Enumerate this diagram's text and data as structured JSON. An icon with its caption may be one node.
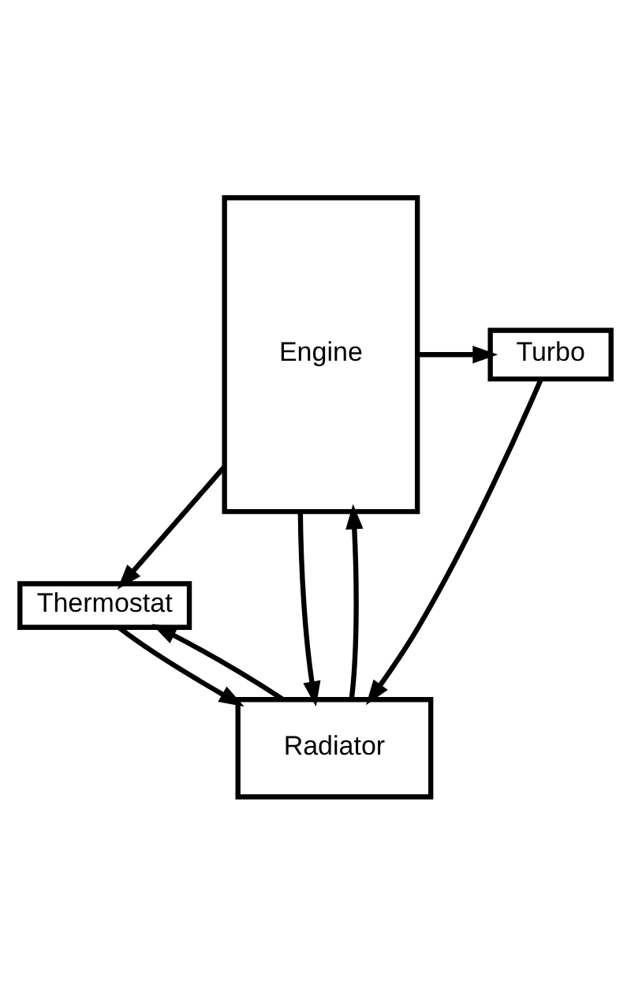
{
  "diagram": {
    "nodes": [
      {
        "text": [
          "Engine"
        ]
      },
      {
        "text": [
          "Turbo"
        ]
      },
      {
        "text": [
          "Thermostat"
        ]
      },
      {
        "text": [
          "Radiator"
        ]
      }
    ],
    "edges": [
      {
        "from": 0,
        "to": 1,
        "arrow": "to"
      },
      {
        "from": 0,
        "to": 3,
        "arrow": "to"
      },
      {
        "from": 1,
        "to": 3,
        "arrow": "to"
      },
      {
        "from": 0,
        "to": 2,
        "arrow": "to"
      },
      {
        "from": 2,
        "to": 3,
        "arrow": "to"
      },
      {
        "from": 3,
        "to": 0,
        "arrow": "to"
      },
      {
        "from": 3,
        "to": 2,
        "arrow": "to"
      }
    ]
  }
}
